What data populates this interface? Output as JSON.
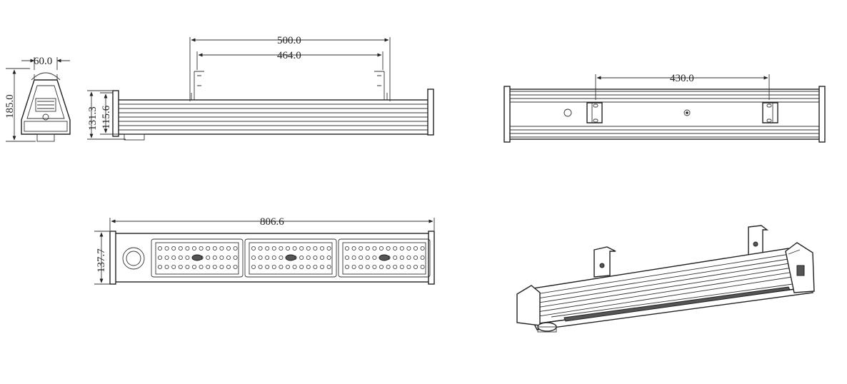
{
  "dimensions": {
    "end_width": "60.0",
    "end_height": "185.0",
    "side_height_outer": "131.3",
    "side_height_inner": "115.6",
    "bracket_outer": "500.0",
    "bracket_inner": "464.0",
    "top_bracket_spacing": "430.0",
    "total_length": "806.6",
    "bottom_width": "137.7"
  },
  "colors": {
    "line": "#222222",
    "background": "#ffffff"
  }
}
